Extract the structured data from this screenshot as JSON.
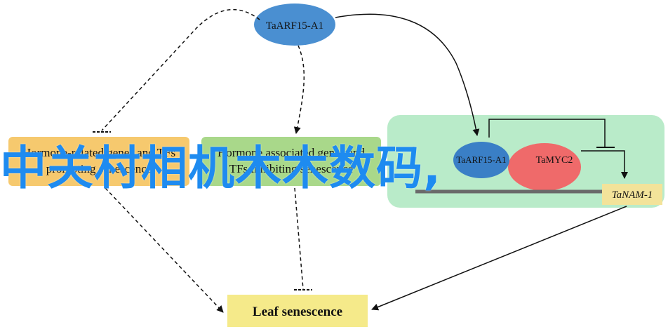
{
  "colors": {
    "tf_ellipse": "#4a8fd1",
    "promote_box": "#f6c96e",
    "inhibit_box": "#a9d88a",
    "module_box": "#b9ebc9",
    "myc2_ellipse": "#ef6a6a",
    "nam1_box": "#f3e39a",
    "leaf_box": "#f5ea8a",
    "overlay_text": "#1e8bf0"
  },
  "nodes": {
    "taarf": "TaARF15-A1",
    "promote_line1": "Hormone-related genes and TFs",
    "promote_line2": "promoting senescence",
    "inhibit_line1": "Hormone associated genes and",
    "inhibit_line2": "TFs inhibiting senescence",
    "module_left": "TaARF15-A1",
    "module_right": "TaMYC2",
    "nam1": "TaNAM-1",
    "leaf": "Leaf senescence"
  },
  "overlay_text": "中关村相机木木数码,"
}
